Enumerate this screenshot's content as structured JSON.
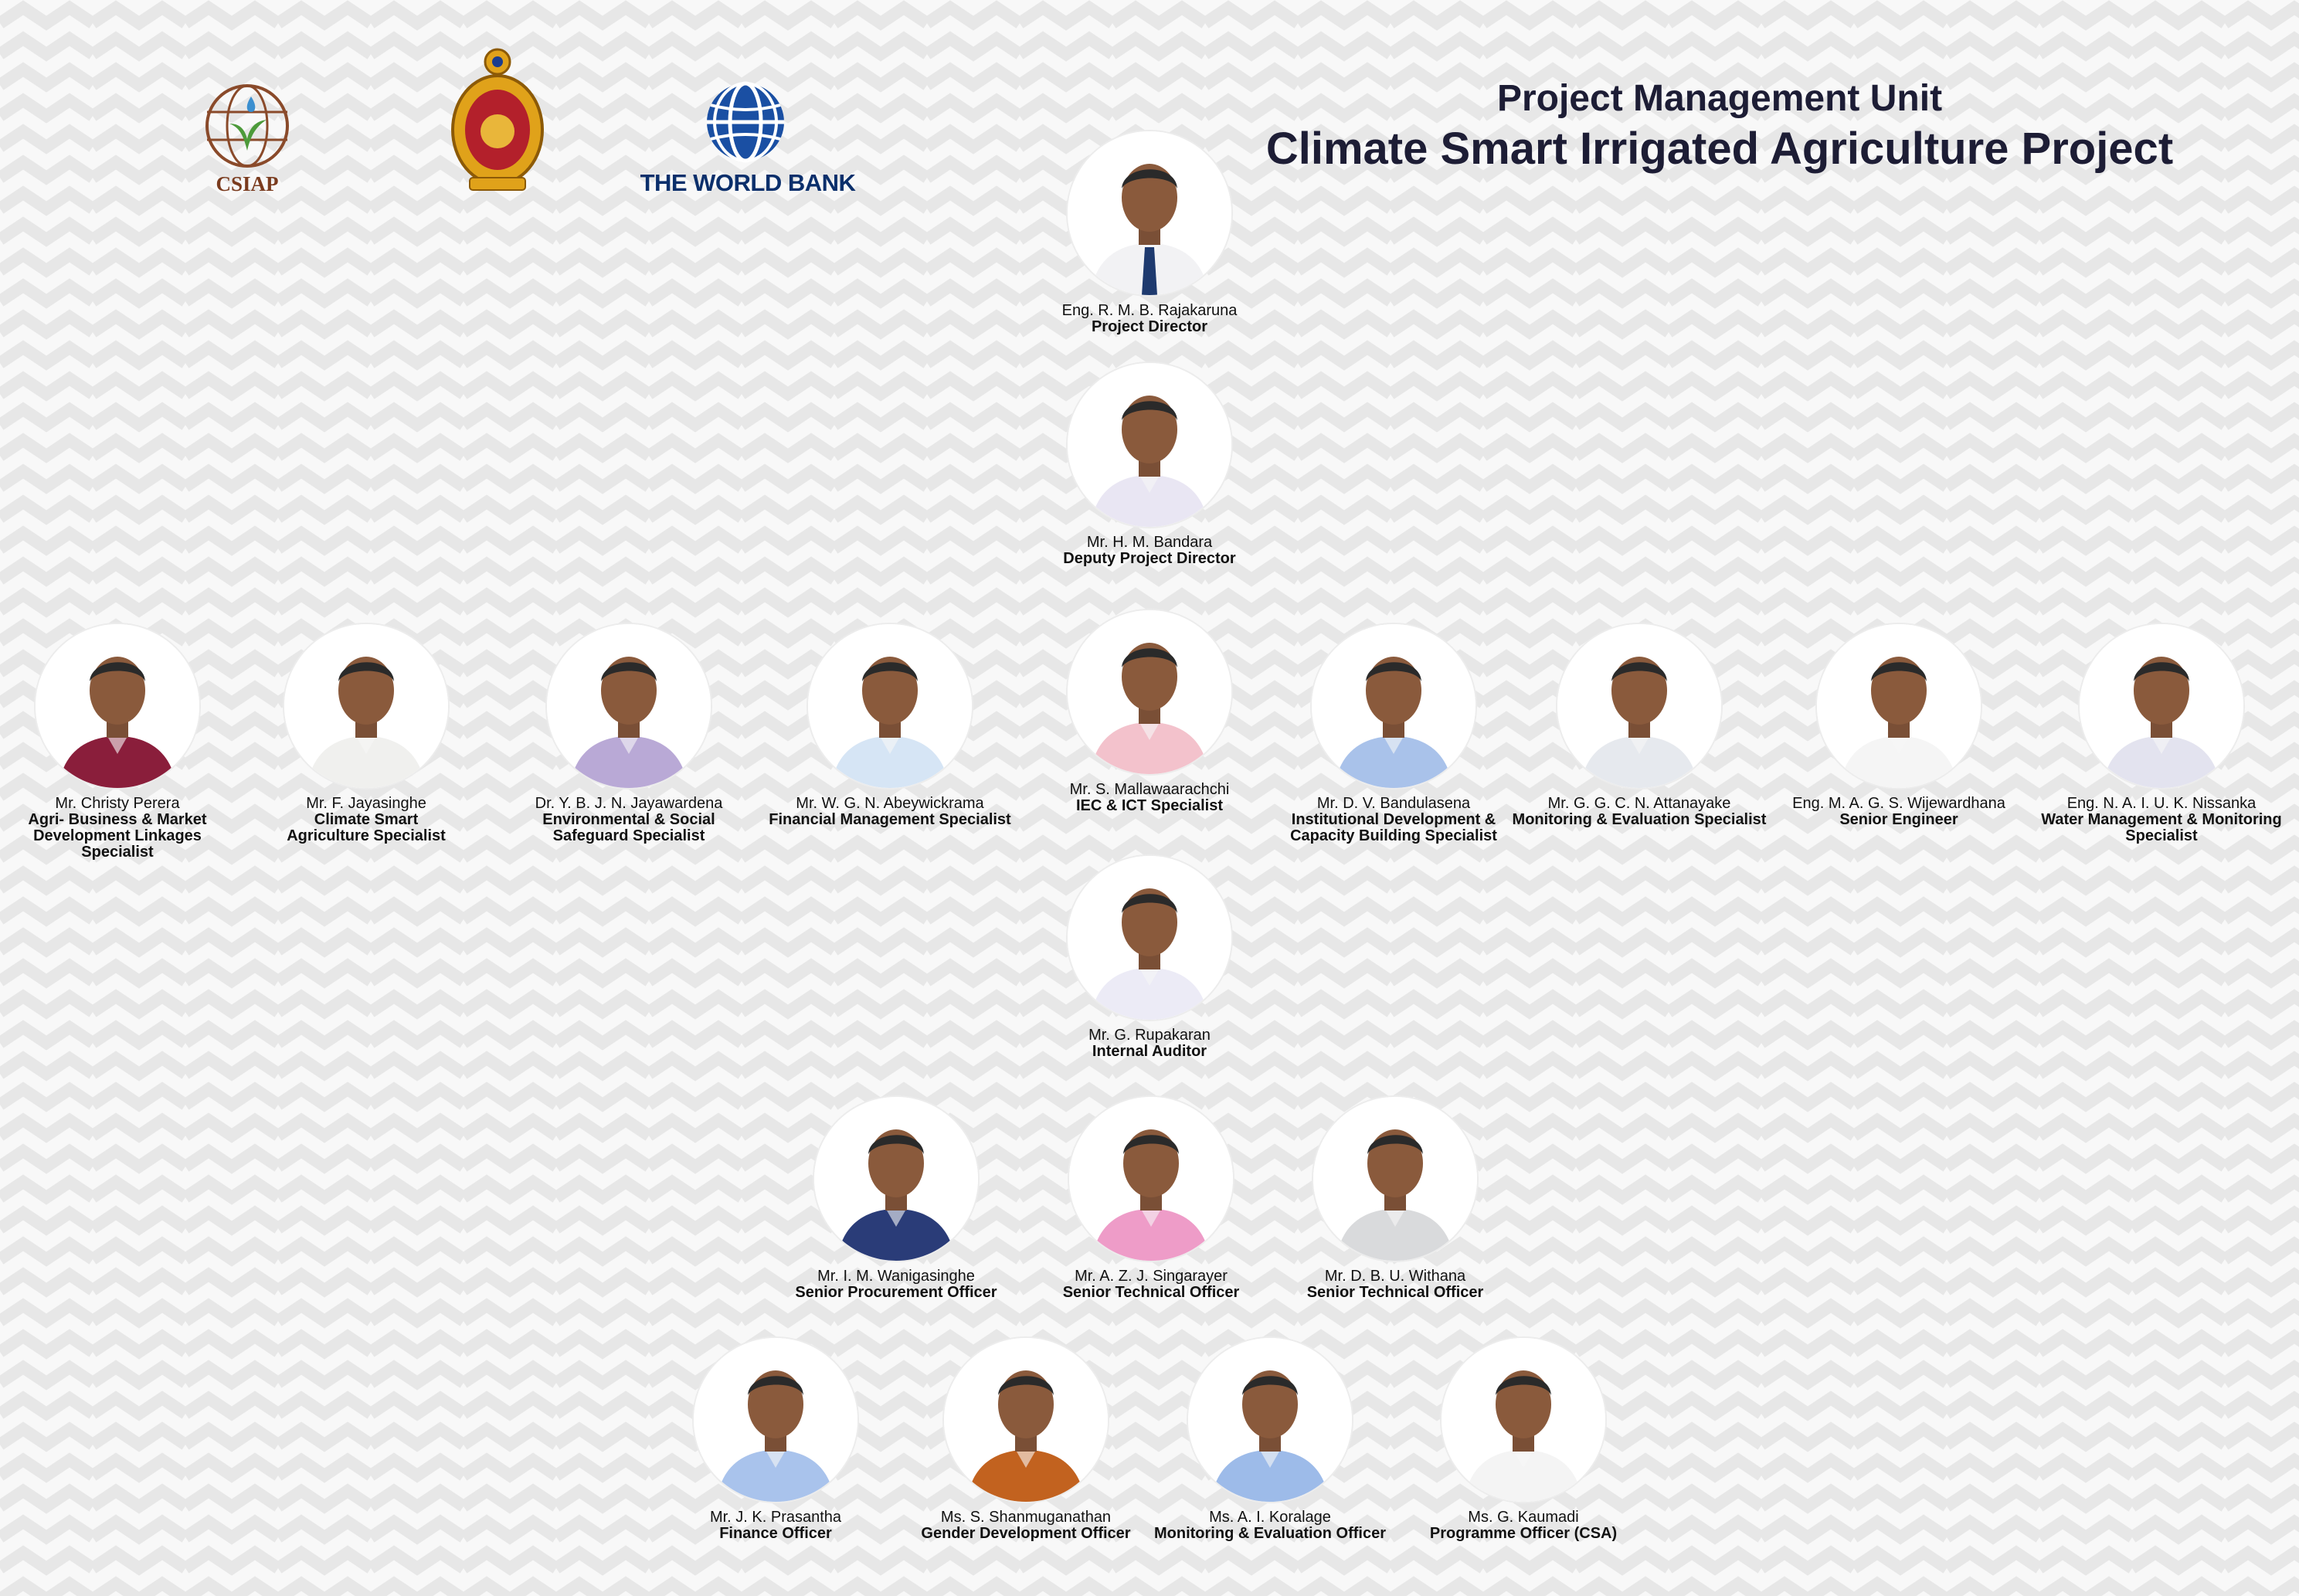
{
  "header": {
    "title_line1": "Project Management Unit",
    "title_line2": "Climate Smart Irrigated Agriculture Project"
  },
  "logos": {
    "csiap": "CSIAP",
    "world_bank": "THE WORLD BANK"
  },
  "colors": {
    "title": "#1d1d35",
    "world_bank_blue": "#0b2f6b",
    "csiap_brown": "#7a3b1e"
  },
  "people": [
    {
      "name": "Eng. R. M. B. Rajakaruna",
      "role": "Project Director",
      "attire": "#f2f2f4",
      "tie": true
    },
    {
      "name": "Mr. H. M. Bandara",
      "role": "Deputy Project Director",
      "attire": "#e9e6f3"
    },
    {
      "name": "Mr. Christy Perera",
      "role": "Agri- Business & Market\nDevelopment Linkages\nSpecialist",
      "attire": "#8a1e3b"
    },
    {
      "name": "Mr. F. Jayasinghe",
      "role": "Climate Smart\nAgriculture Specialist",
      "attire": "#f0f0ee"
    },
    {
      "name": "Dr. Y. B. J. N. Jayawardena",
      "role": "Environmental & Social\nSafeguard Specialist",
      "attire": "#b9a9d6"
    },
    {
      "name": "Mr. W. G. N. Abeywickrama",
      "role": "Financial Management Specialist",
      "attire": "#d6e5f5"
    },
    {
      "name": "Mr. S. Mallawaarachchi",
      "role": "IEC & ICT Specialist",
      "attire": "#f3c2cc"
    },
    {
      "name": "Mr. D. V. Bandulasena",
      "role": "Institutional Development &\nCapacity Building Specialist",
      "attire": "#a9c2ea"
    },
    {
      "name": "Mr. G. G. C. N. Attanayake",
      "role": "Monitoring & Evaluation Specialist",
      "attire": "#e6e9ee"
    },
    {
      "name": "Eng. M. A. G. S. Wijewardhana",
      "role": "Senior Engineer",
      "attire": "#f5f5f5"
    },
    {
      "name": "Eng. N. A. I. U. K. Nissanka",
      "role": "Water Management & Monitoring\nSpecialist",
      "attire": "#e3e3ef"
    },
    {
      "name": "Mr. G. Rupakaran",
      "role": "Internal Auditor",
      "attire": "#ecebf6"
    },
    {
      "name": "Mr. I. M. Wanigasinghe",
      "role": "Senior Procurement Officer",
      "attire": "#2a3c78"
    },
    {
      "name": "Mr. A. Z. J. Singarayer",
      "role": "Senior Technical Officer",
      "attire": "#ee9cc8"
    },
    {
      "name": "Mr. D. B. U. Withana",
      "role": "Senior Technical Officer",
      "attire": "#d9dadc"
    },
    {
      "name": "Mr. J. K. Prasantha",
      "role": "Finance Officer",
      "attire": "#a9c3ec"
    },
    {
      "name": "Ms. S. Shanmuganathan",
      "role": "Gender Development Officer",
      "attire": "#c2621f"
    },
    {
      "name": "Ms. A. I. Koralage",
      "role": "Monitoring & Evaluation Officer",
      "attire": "#9dbbe9"
    },
    {
      "name": "Ms. G. Kaumadi",
      "role": "Programme Officer (CSA)",
      "attire": "#f4f4f4"
    }
  ]
}
